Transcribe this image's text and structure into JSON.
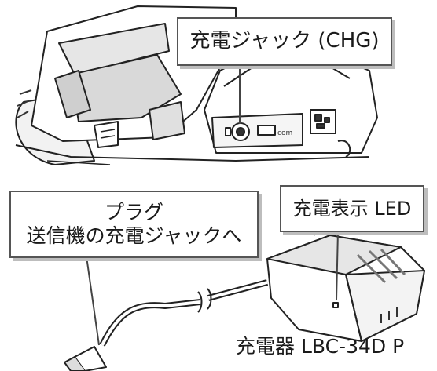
{
  "callouts": {
    "chg_jack": "充電ジャック (CHG)",
    "led": "充電表示 LED",
    "plug_line1": "プラグ",
    "plug_line2": "送信機の充電ジャックへ"
  },
  "caption": "充電器 LBC-34D P"
}
